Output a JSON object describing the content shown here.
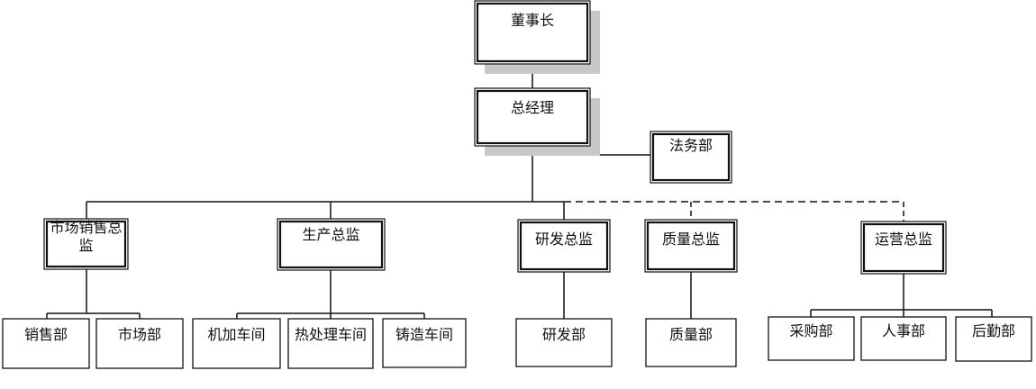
{
  "diagram": {
    "type": "org-chart",
    "colors": {
      "line": "#111111",
      "shadow": "#c8c8c8",
      "box_fill": "#ffffff"
    },
    "nodes": {
      "chairman": "董事长",
      "general_manager": "总经理",
      "legal": "法务部",
      "marketing_sales_director": "市场销售总监",
      "production_director": "生产总监",
      "rd_director": "研发总监",
      "quality_director": "质量总监",
      "operations_director": "运营总监",
      "sales_dept": "销售部",
      "market_dept": "市场部",
      "machining_workshop": "机加车间",
      "heat_treatment_workshop": "热处理车间",
      "casting_workshop": "铸造车间",
      "rd_dept": "研发部",
      "quality_dept": "质量部",
      "purchasing_dept": "采购部",
      "hr_dept": "人事部",
      "logistics_dept": "后勤部"
    }
  }
}
